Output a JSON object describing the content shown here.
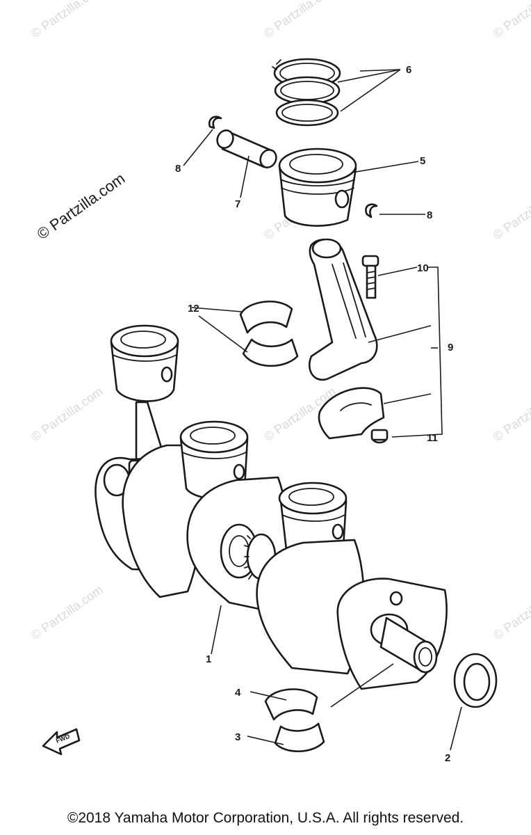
{
  "watermark": {
    "text": "© Partzilla.com",
    "tile_text": "© Partzilla.com"
  },
  "callouts": {
    "c1": "1",
    "c2": "2",
    "c3": "3",
    "c4": "4",
    "c5": "5",
    "c6": "6",
    "c7": "7",
    "c8a": "8",
    "c8b": "8",
    "c9": "9",
    "c10": "10",
    "c11": "11",
    "c12": "12"
  },
  "fwd_label": "FWD",
  "copyright": "©2018 Yamaha Motor Corporation, U.S.A. All rights reserved."
}
